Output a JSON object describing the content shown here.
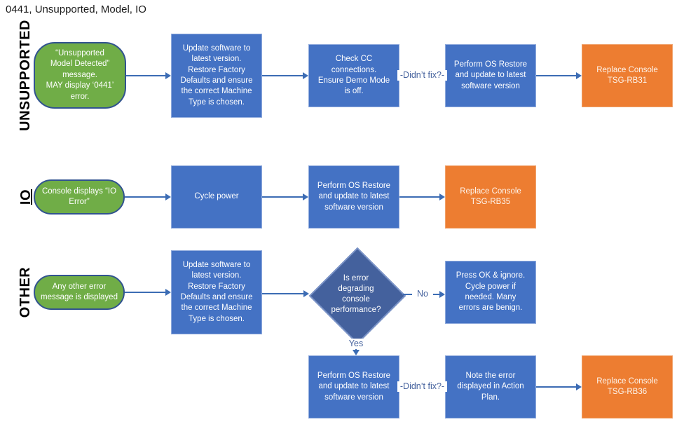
{
  "title": "0441, Unsupported, Model, IO",
  "lanes": {
    "unsupported": "UNSUPPORTED",
    "io": "IO",
    "other": "OTHER"
  },
  "colors": {
    "start_green": "#70AD47",
    "process_blue": "#4472C4",
    "decision_blue": "#44619D",
    "terminal_orange": "#ED7D31",
    "arrow_blue": "#3C6CB4"
  },
  "connector_labels": {
    "didnt_fix": "-Didn’t fix?-",
    "no": "No",
    "yes": "Yes"
  },
  "nodes": {
    "u_start": "“Unsupported\nModel Detected”\nmessage.\nMAY display ‘0441’\nerror.",
    "u_update": "Update software to\nlatest version.\nRestore Factory\nDefaults and ensure\nthe correct Machine\nType is chosen.",
    "u_check": "Check CC\nconnections.\nEnsure Demo Mode\nis off.",
    "u_restore": "Perform OS Restore\nand update to latest\nsoftware version",
    "u_replace": "Replace Console\nTSG-RB31",
    "io_start": "Console displays “IO\nError”",
    "io_cycle": "Cycle power",
    "io_restore": "Perform OS Restore\nand update to latest\nsoftware version",
    "io_replace": "Replace Console\nTSG-RB35",
    "o_start": "Any other error\nmessage is displayed",
    "o_update": "Update software to\nlatest version.\nRestore Factory\nDefaults and ensure\nthe correct Machine\nType is chosen.",
    "o_decision": "Is error\ndegrading\nconsole\nperformance?",
    "o_ignore": "Press OK & ignore.\nCycle power if\nneeded.  Many\nerrors are benign.",
    "o_restore": "Perform OS Restore\nand update to latest\nsoftware version",
    "o_note": "Note the error\ndisplayed in Action\nPlan.",
    "o_replace": "Replace Console\nTSG-RB36"
  }
}
